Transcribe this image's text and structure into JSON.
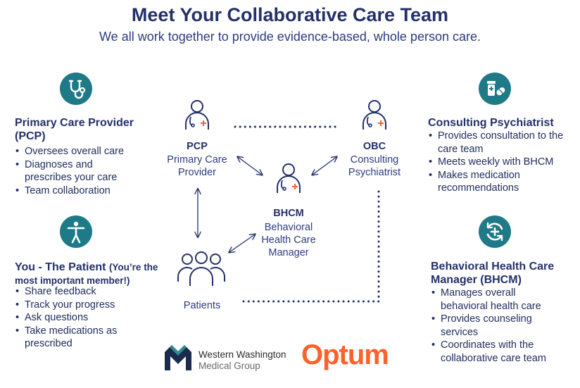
{
  "header": {
    "title": "Meet Your Collaborative Care Team",
    "subtitle": "We all work together to provide evidence-based, whole person care."
  },
  "pcp_panel": {
    "icon": "stethoscope-icon",
    "title": "Primary Care Provider (PCP)",
    "bullets": [
      "Oversees overall care",
      "Diagnoses and prescribes your care",
      "Team collaboration"
    ]
  },
  "patient_panel": {
    "icon": "person-icon",
    "title": "You - The Patient",
    "title_note": "(You’re the most important member!)",
    "bullets": [
      "Share feedback",
      "Track your progress",
      "Ask questions",
      "Take medications as prescribed"
    ]
  },
  "psychiatrist_panel": {
    "icon": "pills-icon",
    "title": "Consulting Psychiatrist",
    "bullets": [
      "Provides consultation to the care team",
      "Meets weekly with BHCM",
      "Makes medication recommendations"
    ]
  },
  "bhcm_panel": {
    "icon": "refresh-plus-icon",
    "title": "Behavioral Health Care Manager (BHCM)",
    "bullets": [
      "Manages overall behavioral health care",
      "Provides counseling services",
      "Coordinates with the collaborative care team"
    ]
  },
  "diagram": {
    "pcp": {
      "abbr": "PCP",
      "name_line1": "Primary Care",
      "name_line2": "Provider"
    },
    "obc": {
      "abbr": "OBC",
      "name_line1": "Consulting",
      "name_line2": "Psychiatrist"
    },
    "bhcm": {
      "abbr": "BHCM",
      "name_line1": "Behavioral",
      "name_line2": "Health Care",
      "name_line3": "Manager"
    },
    "patients": {
      "label": "Patients"
    }
  },
  "footer": {
    "wwmg_line1": "Western Washington",
    "wwmg_line2": "Medical Group",
    "optum": "Optum"
  },
  "colors": {
    "navy": "#24306a",
    "teal": "#1d7a86",
    "orange": "#ff612b"
  }
}
